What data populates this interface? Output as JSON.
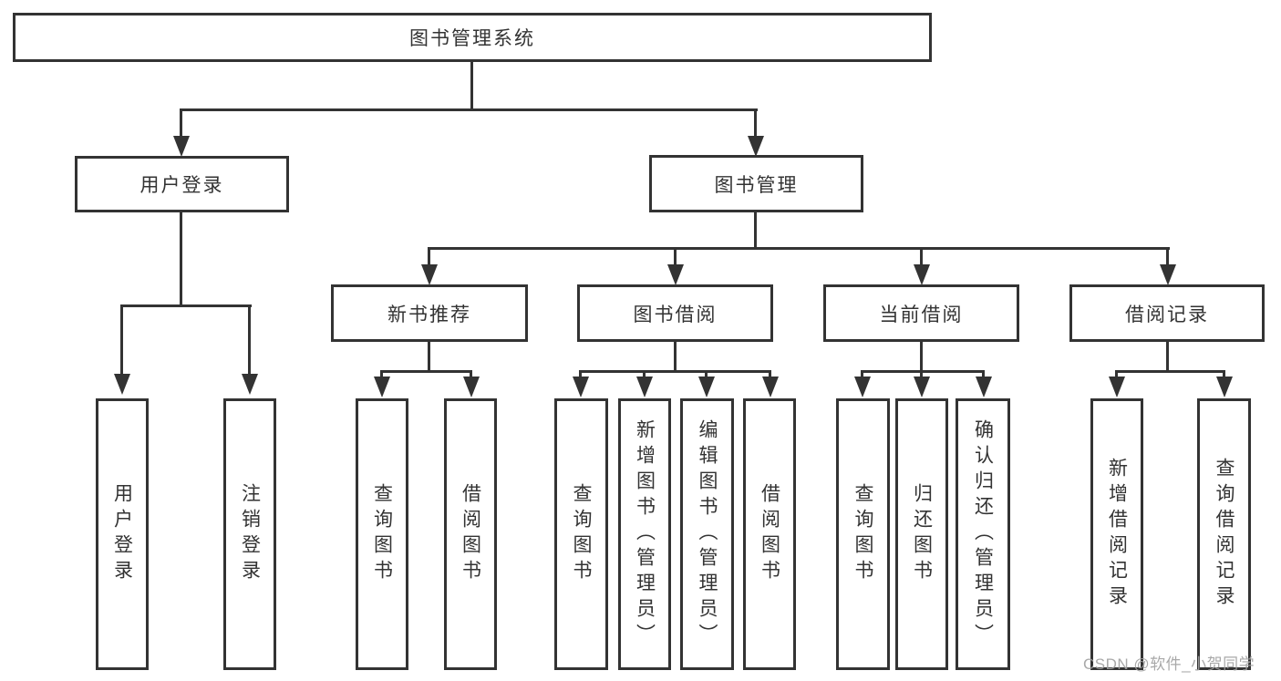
{
  "diagram": {
    "title": "图书管理系统",
    "level2": {
      "user_login": "用户登录",
      "book_mgmt": "图书管理"
    },
    "level3": {
      "new_books": "新书推荐",
      "book_borrow": "图书借阅",
      "current_borrow": "当前借阅",
      "borrow_records": "借阅记录"
    },
    "leaves": {
      "user_login": [
        "用户登录",
        "注销登录"
      ],
      "new_books": [
        "查询图书",
        "借阅图书"
      ],
      "book_borrow": [
        "查询图书",
        "新增图书（管理员）",
        "编辑图书（管理员）",
        "借阅图书"
      ],
      "current_borrow": [
        "查询图书",
        "归还图书",
        "确认归还（管理员）"
      ],
      "borrow_records": [
        "新增借阅记录",
        "查询借阅记录"
      ]
    },
    "colors": {
      "line": "#333333",
      "box_background": "#ffffff",
      "text": "#333333",
      "watermark": "#a0a0a0"
    }
  },
  "watermark": "CSDN @软件_小贺同学"
}
